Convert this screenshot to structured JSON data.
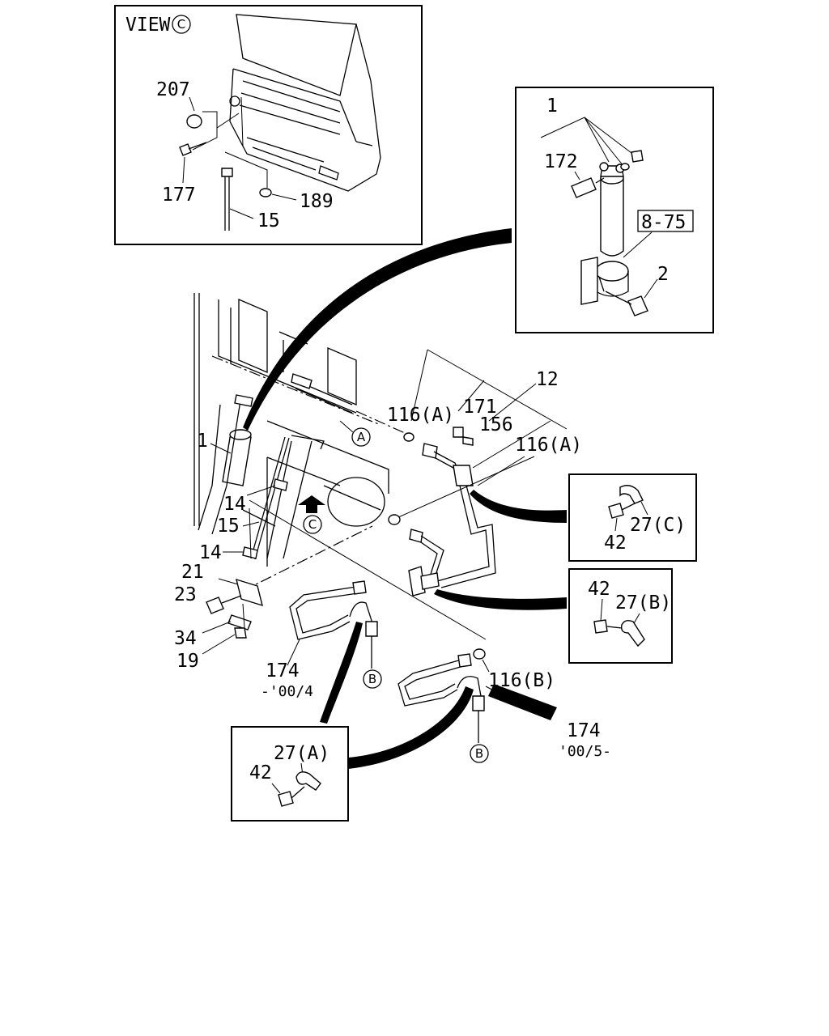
{
  "view_title": {
    "text": "VIEW",
    "symbol": "C"
  },
  "view_inset": {
    "labels": {
      "p207": "207",
      "p177": "177",
      "p189": "189",
      "p15": "15"
    }
  },
  "receiver_inset": {
    "labels": {
      "p1": "1",
      "p172": "172",
      "ref": "8-75",
      "p2": "2"
    }
  },
  "main": {
    "labels": {
      "p12": "12",
      "p116a_top": "116(A)",
      "p171": "171",
      "p156": "156",
      "p116a_right": "116(A)",
      "p1": "1",
      "p14a": "14",
      "p15": "15",
      "p14b": "14",
      "p21": "21",
      "p23": "23",
      "p34": "34",
      "p19": "19",
      "p174_left": "174",
      "date_left": "-'00/4",
      "p116b": "116(B)",
      "p174_right": "174",
      "date_right": "'00/5-"
    },
    "markers": {
      "a": "A",
      "c": "C",
      "b_left": "B",
      "b_right": "B"
    }
  },
  "detail_c": {
    "labels": {
      "p42": "42",
      "p27": "27(C)"
    }
  },
  "detail_b": {
    "labels": {
      "p42": "42",
      "p27": "27(B)"
    }
  },
  "detail_a": {
    "labels": {
      "p27": "27(A)",
      "p42": "42"
    }
  }
}
